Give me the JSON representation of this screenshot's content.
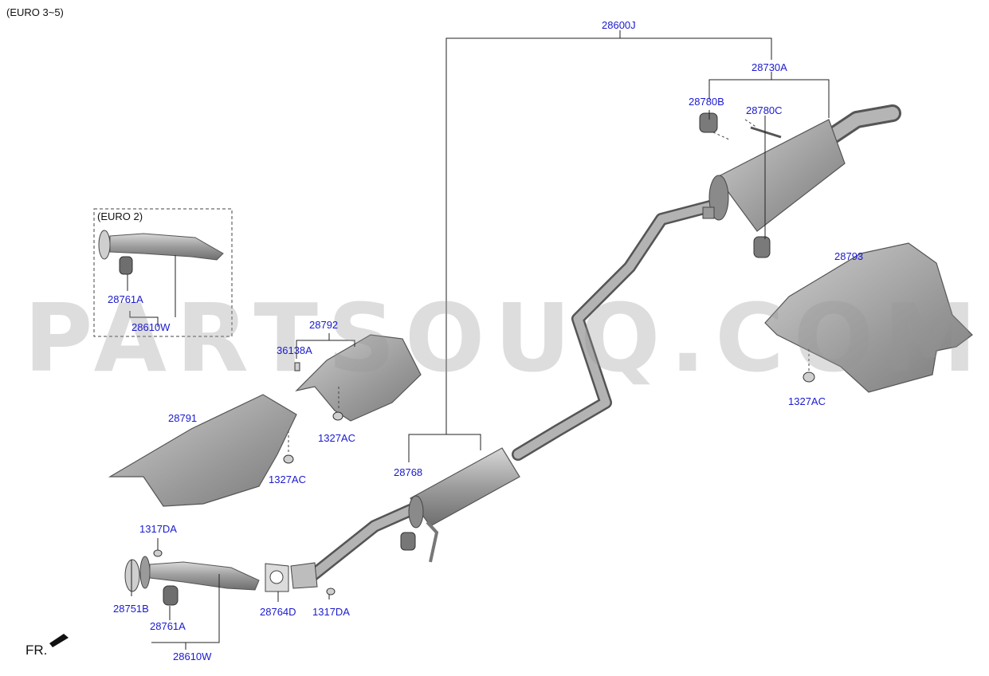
{
  "header": {
    "variant_label": "(EURO 3~5)"
  },
  "inset": {
    "label": "(EURO 2)"
  },
  "watermark": "PARTSOUQ.COM",
  "direction_label": "FR.",
  "callouts": [
    {
      "id": "28600J",
      "text": "28600J"
    },
    {
      "id": "28730A",
      "text": "28730A"
    },
    {
      "id": "28780B",
      "text": "28780B"
    },
    {
      "id": "28780C",
      "text": "28780C"
    },
    {
      "id": "28793",
      "text": "28793"
    },
    {
      "id": "1327AC_r",
      "text": "1327AC"
    },
    {
      "id": "28761A_i",
      "text": "28761A"
    },
    {
      "id": "28610W_i",
      "text": "28610W"
    },
    {
      "id": "28792",
      "text": "28792"
    },
    {
      "id": "36138A",
      "text": "36138A"
    },
    {
      "id": "1327AC_m",
      "text": "1327AC"
    },
    {
      "id": "28791",
      "text": "28791"
    },
    {
      "id": "1327AC_l",
      "text": "1327AC"
    },
    {
      "id": "28768",
      "text": "28768"
    },
    {
      "id": "1317DA_t",
      "text": "1317DA"
    },
    {
      "id": "28751B",
      "text": "28751B"
    },
    {
      "id": "28761A",
      "text": "28761A"
    },
    {
      "id": "28764D",
      "text": "28764D"
    },
    {
      "id": "1317DA_b",
      "text": "1317DA"
    },
    {
      "id": "28610W",
      "text": "28610W"
    }
  ],
  "colors": {
    "callout": "#1a1ad0",
    "part_fill": "#a9a9a9",
    "part_dark": "#7d7d7d",
    "line": "#222222"
  }
}
